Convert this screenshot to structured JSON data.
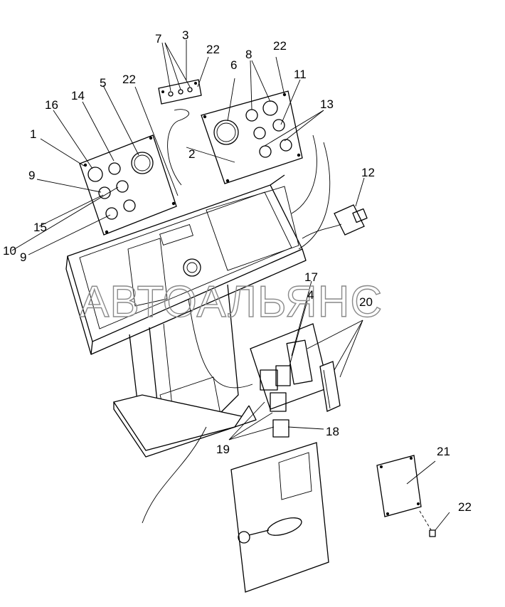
{
  "watermark": "АВТОАЛЬЯНС",
  "labels": [
    "1",
    "2",
    "3",
    "4",
    "5",
    "6",
    "7",
    "8",
    "9",
    "9",
    "10",
    "11",
    "12",
    "13",
    "14",
    "15",
    "16",
    "17",
    "18",
    "19",
    "20",
    "21",
    "22",
    "22",
    "22",
    "22"
  ]
}
